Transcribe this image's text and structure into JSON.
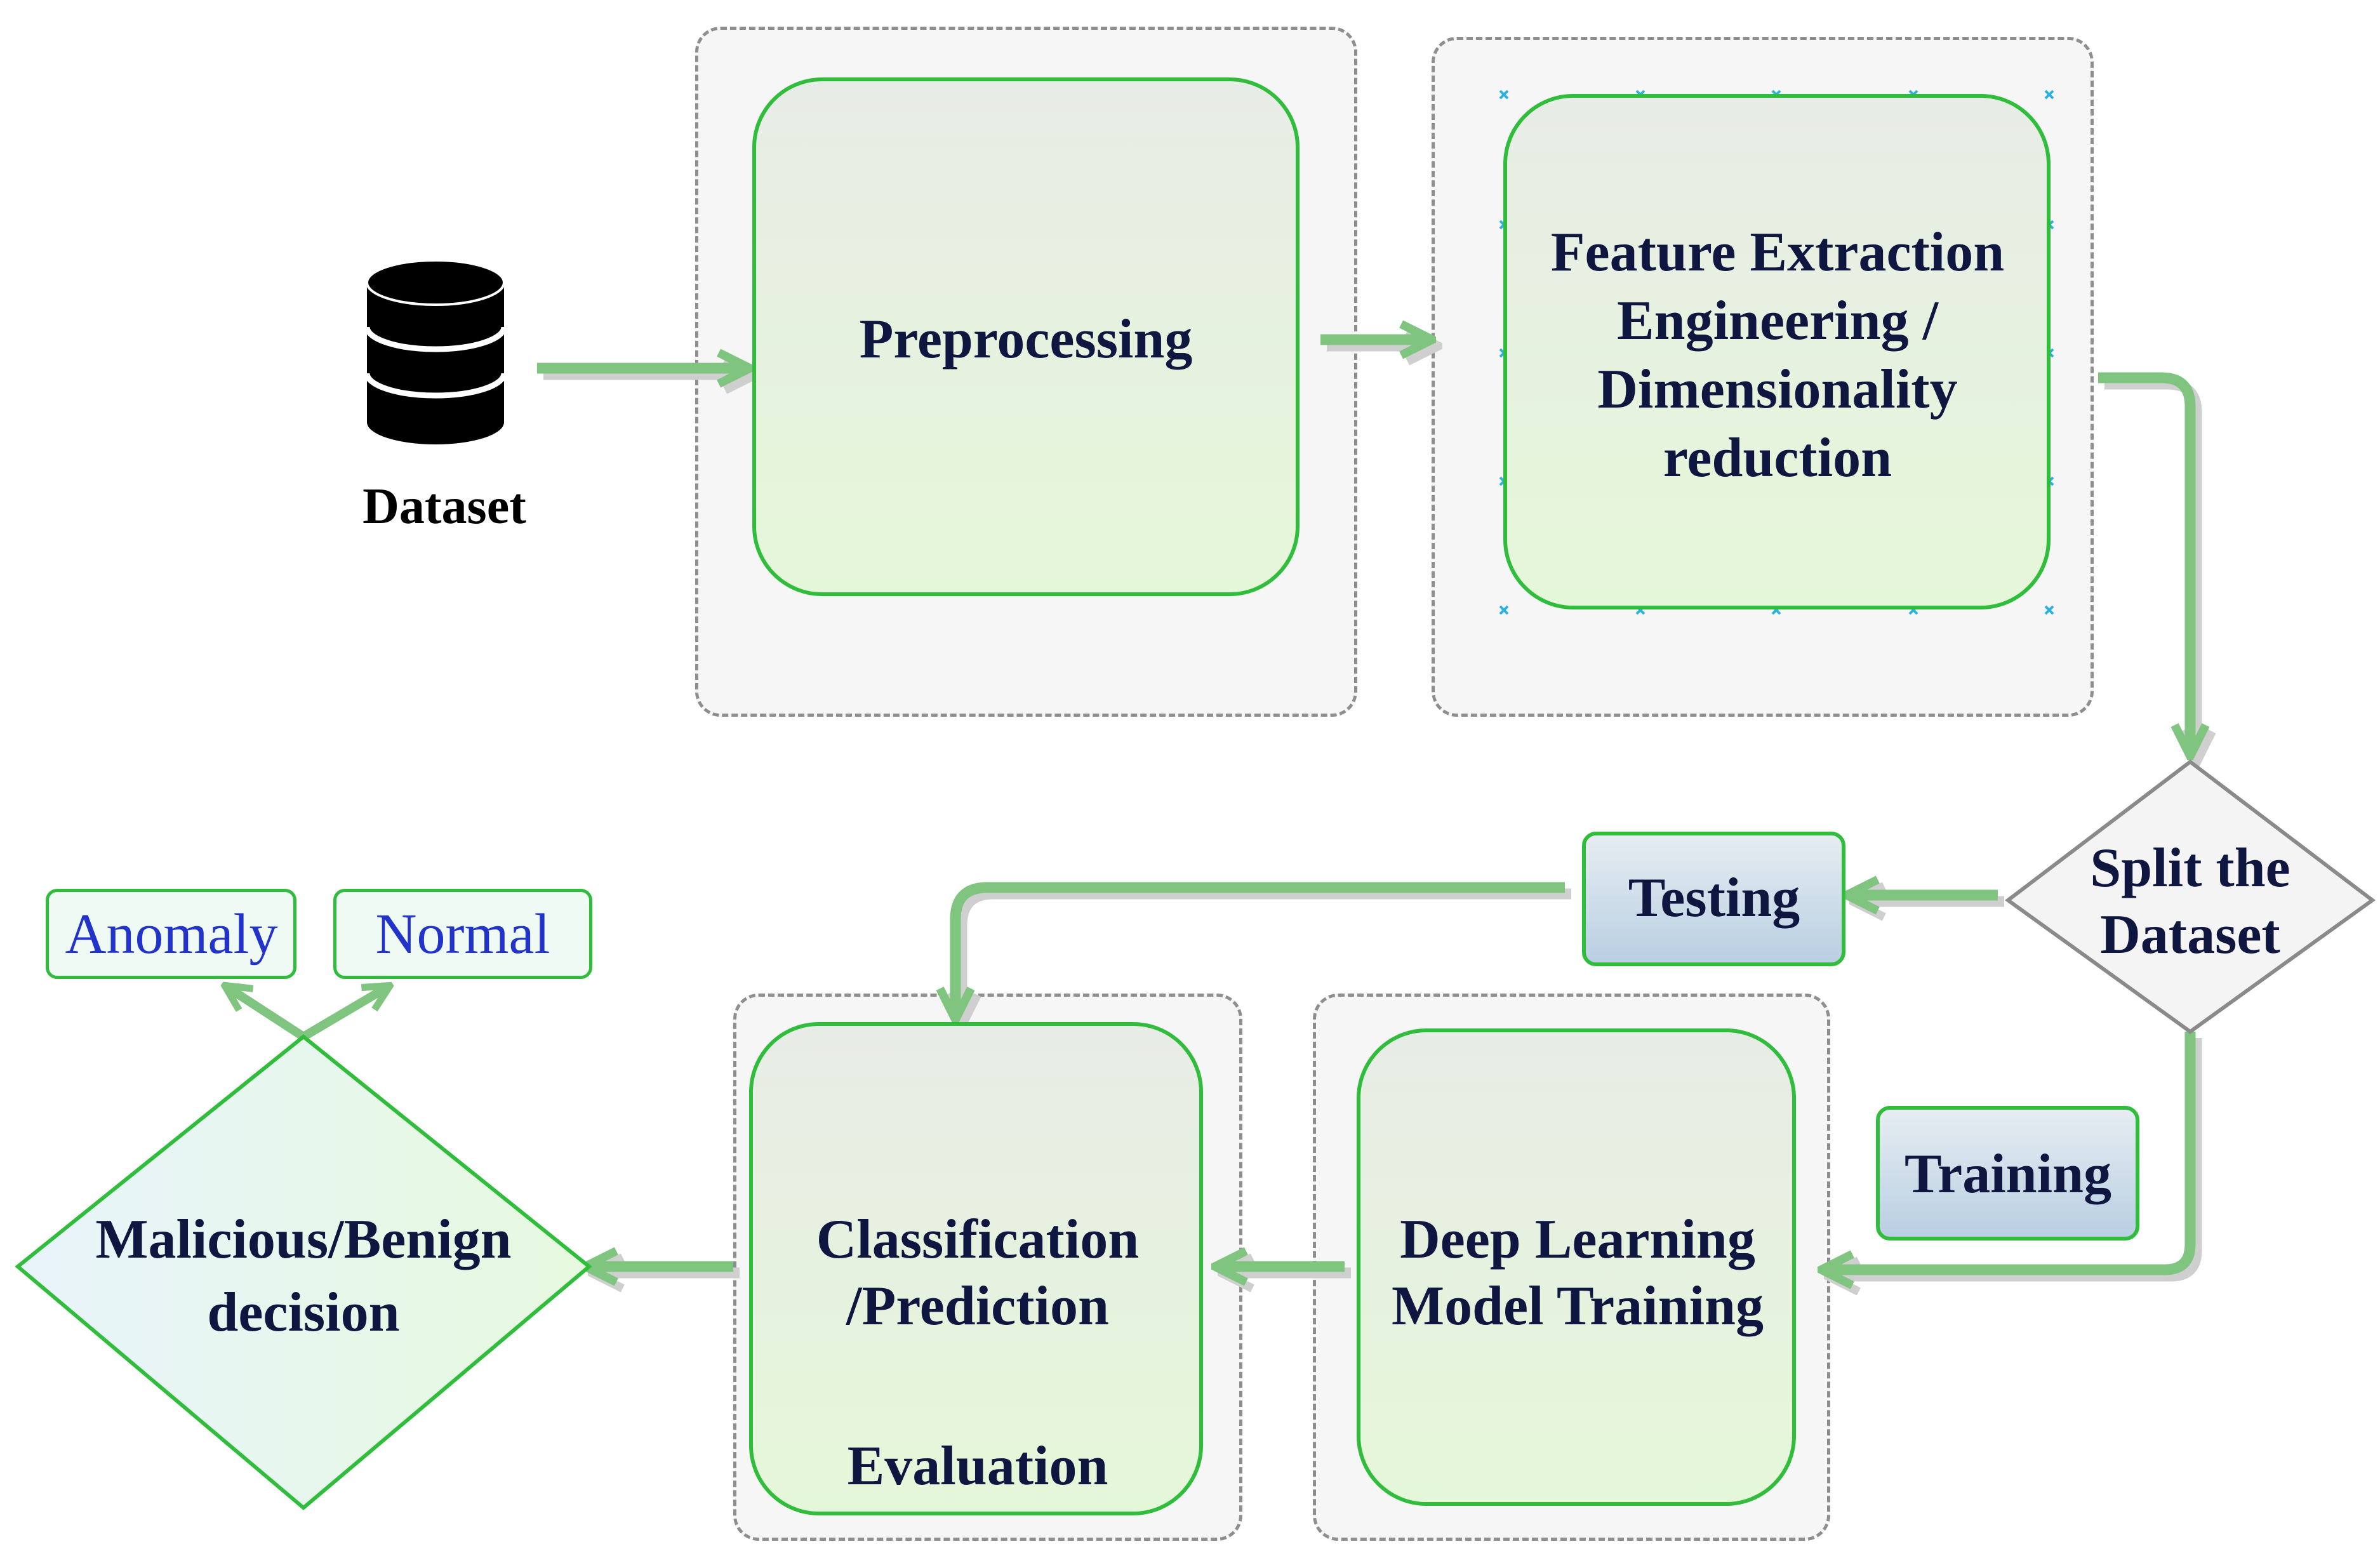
{
  "colors": {
    "accent_green": "#2fbd3b",
    "arrow_green": "#7fc47f",
    "frame_dash": "#8e8e8e",
    "text_dark": "#0f1740",
    "output_text": "#2233cc"
  },
  "icons": {
    "dataset": "database-icon"
  },
  "nodes": {
    "dataset_label": "Dataset",
    "preprocessing": "Preprocessing",
    "feature_extraction": "Feature Extraction\nEngineering /\nDimensionality\nreduction",
    "split": "Split the\nDataset",
    "testing": "Testing",
    "training": "Training",
    "model_training": "Deep Learning\nModel Training",
    "classification": "Classification\n/Prediction",
    "evaluation": "Evaluation",
    "decision": "Malicious/Benign\ndecision",
    "anomaly": "Anomaly",
    "normal": "Normal"
  }
}
